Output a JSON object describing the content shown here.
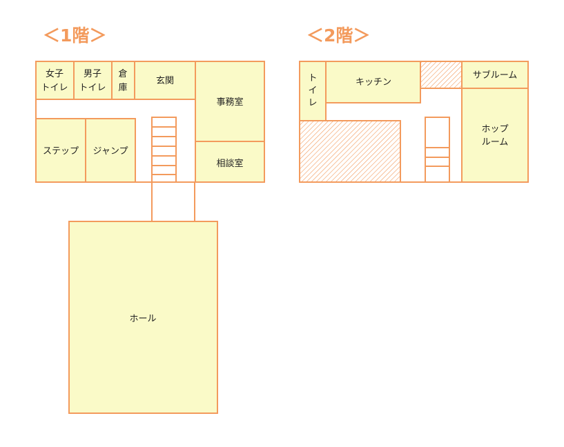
{
  "floor1": {
    "heading": "＜1階＞",
    "rooms": {
      "womens_toilet": [
        "女子",
        "トイレ"
      ],
      "mens_toilet": [
        "男子",
        "トイレ"
      ],
      "storage": [
        "倉",
        "庫"
      ],
      "entrance": "玄関",
      "office": "事務室",
      "step": "ステップ",
      "jump": "ジャンプ",
      "consultation": "相談室",
      "hall": "ホール"
    }
  },
  "floor2": {
    "heading": "＜2階＞",
    "rooms": {
      "toilet": [
        "ト",
        "イ",
        "レ"
      ],
      "kitchen": "キッチン",
      "sub_room": "サブルーム",
      "hop_room": [
        "ホップ",
        "ルーム"
      ]
    }
  },
  "colors": {
    "wall": "#f39a5c",
    "room_fill": "#fafac8",
    "heading": "#f39a5c",
    "hatch": "#f39a5c"
  }
}
